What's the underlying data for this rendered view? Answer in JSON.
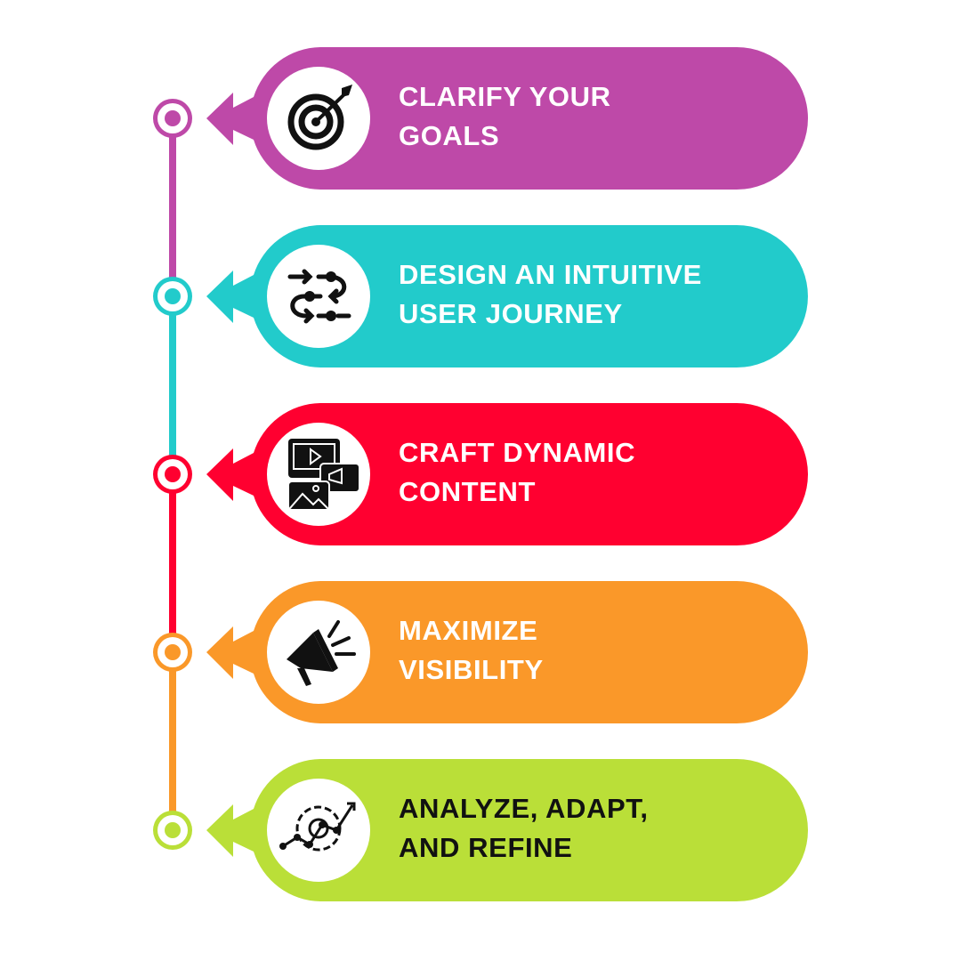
{
  "steps": [
    {
      "line1": "CLARIFY YOUR",
      "line2": "GOALS",
      "color": "#BE49A8",
      "text_color": "#FFFFFF",
      "icon": "target-icon"
    },
    {
      "line1": "DESIGN AN INTUITIVE",
      "line2": "USER JOURNEY",
      "color": "#22CBCB",
      "text_color": "#FFFFFF",
      "icon": "user-journey-flow-icon"
    },
    {
      "line1": "CRAFT DYNAMIC",
      "line2": "CONTENT",
      "color": "#FF0030",
      "text_color": "#FFFFFF",
      "icon": "media-content-icon"
    },
    {
      "line1": "MAXIMIZE",
      "line2": "VISIBILITY",
      "color": "#FA9829",
      "text_color": "#FFFFFF",
      "icon": "megaphone-icon"
    },
    {
      "line1": "ANALYZE, ADAPT,",
      "line2": "AND REFINE",
      "color": "#BADF38",
      "text_color": "#111111",
      "icon": "analytics-gear-icon"
    }
  ]
}
